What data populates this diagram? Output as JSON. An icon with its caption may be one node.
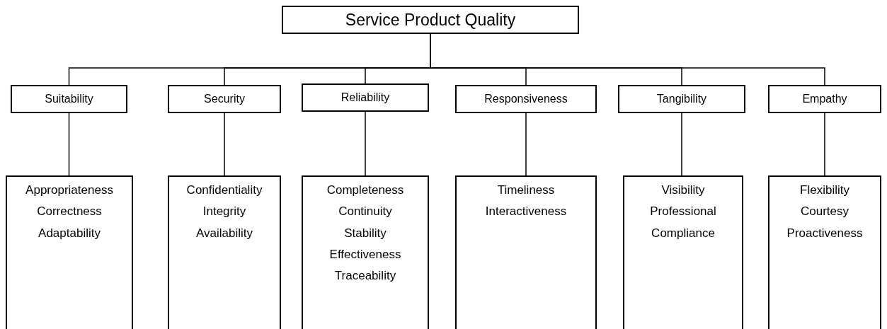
{
  "diagram": {
    "nodes": [
      {
        "text": [
          "Service Product Quality"
        ]
      },
      {
        "text": [
          "Suitability"
        ]
      },
      {
        "text": [
          "Security"
        ]
      },
      {
        "text": [
          "Reliability"
        ]
      },
      {
        "text": [
          "Responsiveness"
        ]
      },
      {
        "text": [
          "Tangibility"
        ]
      },
      {
        "text": [
          "Empathy"
        ]
      },
      {
        "text": [
          "Appropriateness",
          "Correctness",
          "Adaptability"
        ]
      },
      {
        "text": [
          "Confidentiality",
          "Integrity",
          "Availability"
        ]
      },
      {
        "text": [
          "Completeness",
          "Continuity",
          "Stability",
          "Effectiveness",
          "Traceability"
        ]
      },
      {
        "text": [
          "Timeliness",
          "Interactiveness"
        ]
      },
      {
        "text": [
          "Visibility",
          "Professional",
          "Compliance"
        ]
      },
      {
        "text": [
          "Flexibility",
          "Courtesy",
          "Proactiveness"
        ]
      }
    ],
    "edges": [
      {
        "from": 0,
        "to": 1,
        "arrow": "none"
      },
      {
        "from": 0,
        "to": 2,
        "arrow": "none"
      },
      {
        "from": 0,
        "to": 3,
        "arrow": "none"
      },
      {
        "from": 0,
        "to": 4,
        "arrow": "none"
      },
      {
        "from": 0,
        "to": 5,
        "arrow": "none"
      },
      {
        "from": 0,
        "to": 6,
        "arrow": "none"
      },
      {
        "from": 1,
        "to": 7,
        "arrow": "none"
      },
      {
        "from": 2,
        "to": 8,
        "arrow": "none"
      },
      {
        "from": 3,
        "to": 9,
        "arrow": "none"
      },
      {
        "from": 4,
        "to": 10,
        "arrow": "none"
      },
      {
        "from": 5,
        "to": 11,
        "arrow": "none"
      },
      {
        "from": 6,
        "to": 12,
        "arrow": "none"
      }
    ]
  }
}
